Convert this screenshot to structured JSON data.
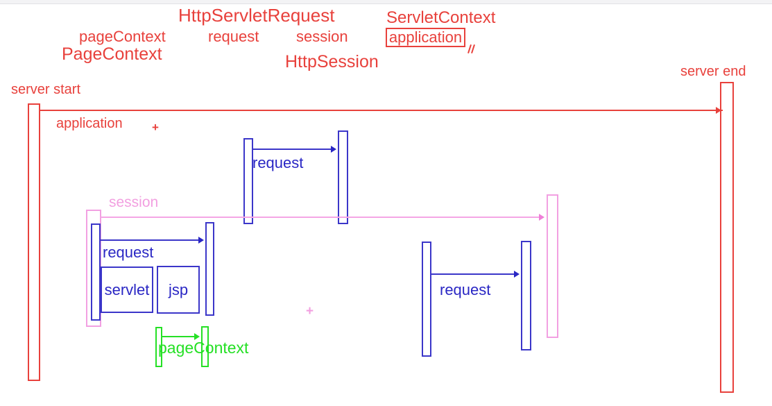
{
  "diagram": {
    "title": "JSP implicit object scopes sequence diagram",
    "colors": {
      "red": "#e8413c",
      "blue": "#2a27c4",
      "pink": "#f29fe0",
      "green": "#25e025",
      "background": "#ffffff"
    },
    "legend": [
      {
        "id": "pageContext-var",
        "text": "pageContext"
      },
      {
        "id": "PageContext-type",
        "text": "PageContext"
      },
      {
        "id": "HttpServletRequest-type",
        "text": "HttpServletRequest"
      },
      {
        "id": "request-var",
        "text": "request"
      },
      {
        "id": "session-var",
        "text": "session"
      },
      {
        "id": "HttpSession-type",
        "text": "HttpSession"
      },
      {
        "id": "ServletContext-type",
        "text": "ServletContext"
      },
      {
        "id": "application-var",
        "text": "application"
      }
    ],
    "lifelines": [
      {
        "id": "server-start",
        "label": "server start"
      },
      {
        "id": "server-end",
        "label": "server end"
      }
    ],
    "messages": [
      {
        "id": "application-scope",
        "label": "application",
        "color": "red"
      },
      {
        "id": "session-scope",
        "label": "session",
        "color": "pink"
      },
      {
        "id": "request-scope-top",
        "label": "request",
        "color": "blue"
      },
      {
        "id": "request-scope-left",
        "label": "request",
        "color": "blue"
      },
      {
        "id": "request-scope-right",
        "label": "request",
        "color": "blue"
      },
      {
        "id": "pagecontext-scope",
        "label": "pageContext",
        "color": "green"
      }
    ],
    "components": [
      {
        "id": "servlet-box",
        "label": "servlet"
      },
      {
        "id": "jsp-box",
        "label": "jsp"
      }
    ],
    "marks": [
      {
        "id": "plus-mark-red",
        "text": "+",
        "color": "red"
      },
      {
        "id": "plus-mark-pink",
        "text": "+",
        "color": "pink"
      }
    ]
  }
}
